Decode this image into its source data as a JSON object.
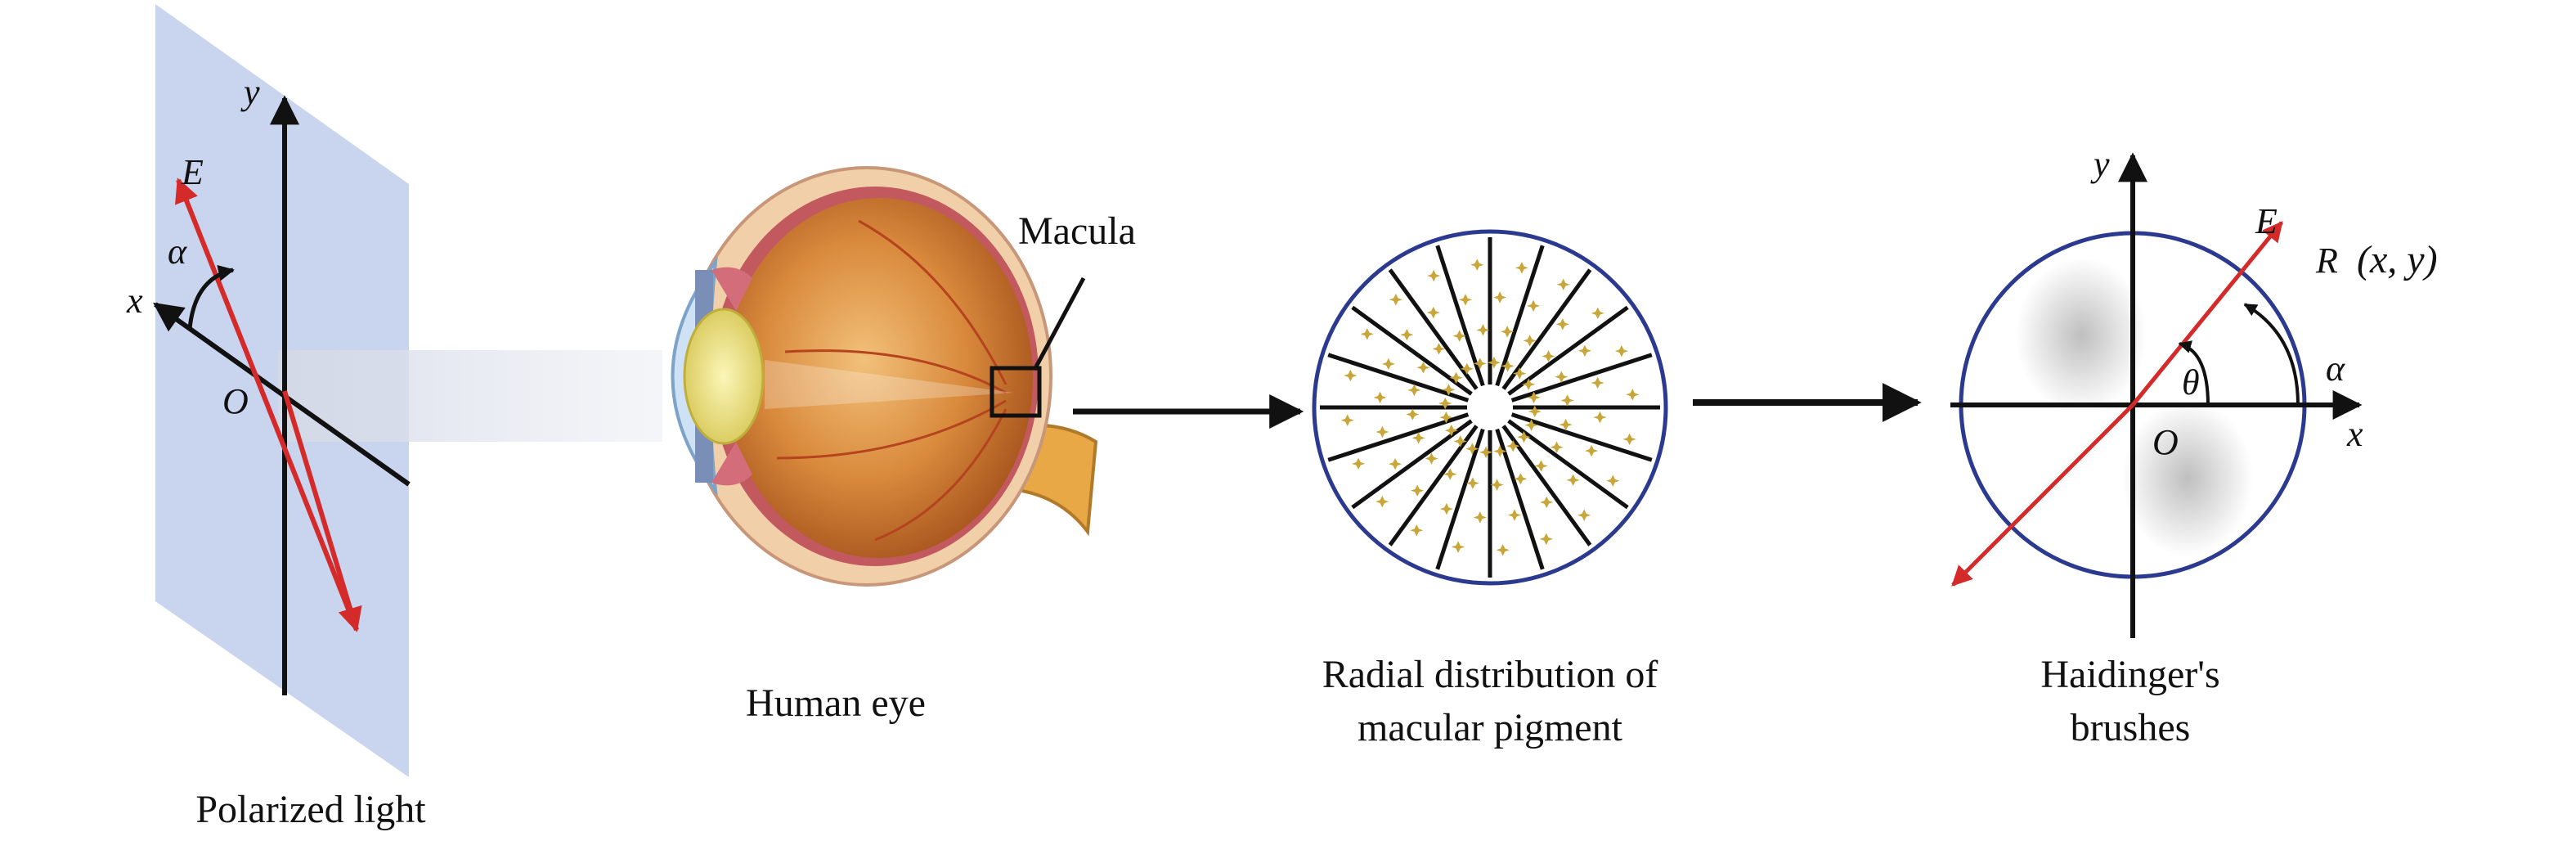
{
  "panels": {
    "polarized": {
      "caption": "Polarized light",
      "axis_y": "y",
      "axis_x": "x",
      "origin": "O",
      "field": "E",
      "angle": "α"
    },
    "eye": {
      "caption": "Human eye",
      "macula_label": "Macula"
    },
    "pigment": {
      "caption_line1": "Radial distribution of",
      "caption_line2": "macular pigment"
    },
    "brushes": {
      "caption_line1": "Haidinger's",
      "caption_line2": "brushes",
      "axis_y": "y",
      "axis_x": "x",
      "origin": "O",
      "field": "E",
      "point_R": "R",
      "point_coords": "(x, y)",
      "theta": "θ",
      "alpha": "α"
    }
  },
  "colors": {
    "plane": "#c9d4ee",
    "field_vector": "#d42a2a",
    "circle": "#2b3a8f",
    "pigment": "#c9a63a",
    "axis": "#111111"
  }
}
